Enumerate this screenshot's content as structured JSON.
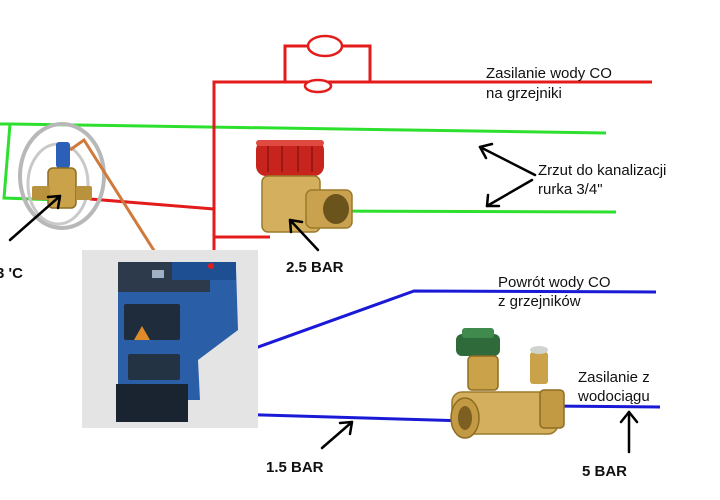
{
  "labels": {
    "supply_line1": "Zasilanie wody CO",
    "supply_line2": "na grzejniki",
    "drain_line1": "Zrzut do kanalizacji",
    "drain_line2": "rurka 3/4\"",
    "pressure_safety": "2.5 BAR",
    "return_line1": "Powrót wody CO",
    "return_line2": "z grzejników",
    "mains_line1": "Zasilanie z",
    "mains_line2": "wodociągu",
    "pressure_reducer": "1.5 BAR",
    "pressure_mains": "5 BAR",
    "temperature_partial": "3 'C"
  },
  "colors": {
    "supply_pipe": "#e31b1b",
    "drain_pipe": "#2ee02e",
    "return_pipe": "#1a1ad6",
    "annotation": "#000000",
    "boiler_body": "#2a5fa8",
    "valve_brass": "#c9a24a",
    "valve_cap_red": "#c7241d",
    "valve_knob_green": "#2f6b3a"
  },
  "icons": {
    "boiler": "solid-fuel-boiler-icon",
    "thermostatic_valve": "thermostatic-valve-icon",
    "safety_valve": "safety-valve-icon",
    "pressure_reducer": "pressure-reducing-valve-icon",
    "pump": "circulation-pump-icon"
  }
}
